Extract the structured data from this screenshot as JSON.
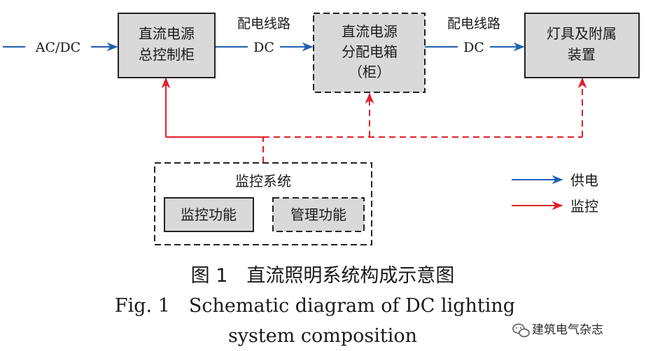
{
  "input_label": "AC/DC",
  "line_labels": {
    "line1_top": "配电线路",
    "line1_bottom": "DC",
    "line2_top": "配电线路",
    "line2_bottom": "DC"
  },
  "nodes": {
    "main_cabinet": [
      "直流电源",
      "总控制柜"
    ],
    "dist_box": [
      "直流电源",
      "分配电箱",
      "（柜）"
    ],
    "lamps": [
      "灯具及附属",
      "装置"
    ],
    "monitor_system": "监控系统",
    "monitor_func": "监控功能",
    "manage_func": "管理功能"
  },
  "legend": {
    "supply": "供电",
    "monitor": "监控"
  },
  "colors": {
    "supply": "#1f5fb0",
    "monitor": "#e0202a",
    "box_fill": "#d9d9d9"
  },
  "caption": {
    "cn": "图 1　直流照明系统构成示意图",
    "en_line1": "Fig. 1　Schematic diagram of DC lighting",
    "en_line2": "system composition"
  },
  "watermark": "建筑电气杂志"
}
